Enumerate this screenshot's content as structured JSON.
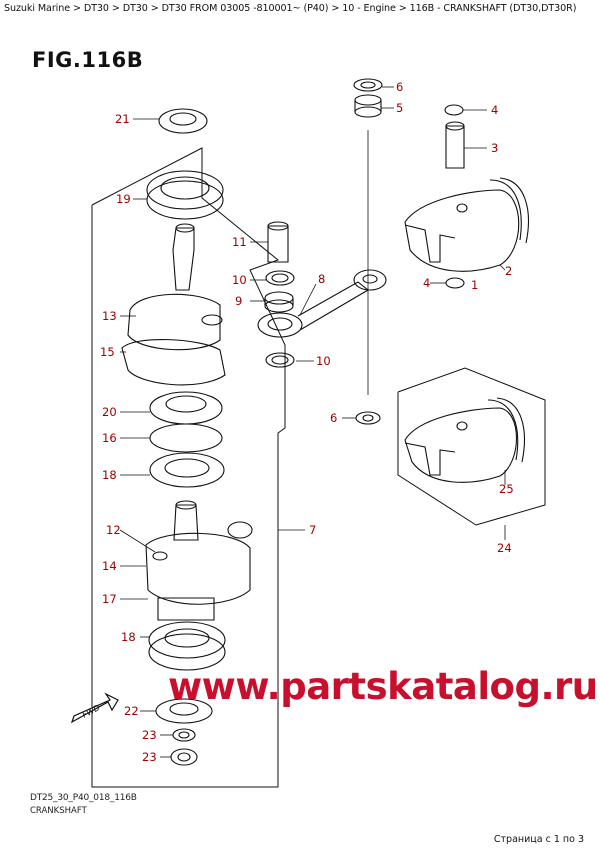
{
  "breadcrumb": "Suzuki Marine > DT30 > DT30 > DT30 FROM 03005 -810001~ (P40) > 10 - Engine > 116B - CRANKSHAFT (DT30,DT30R)",
  "figure_title": "FIG.116B",
  "footer": {
    "drawing_code": "DT25_30_P40_018_116B",
    "drawing_name": "CRANKSHAFT",
    "pager": "Страница с 1 по 3"
  },
  "watermark": "www.partskatalog.ru",
  "fwd_label": "FWD",
  "callouts": {
    "c1": "1",
    "c2": "2",
    "c3": "3",
    "c4a": "4",
    "c4b": "4",
    "c5": "5",
    "c6a": "6",
    "c6b": "6",
    "c7": "7",
    "c8": "8",
    "c9": "9",
    "c10a": "10",
    "c10b": "10",
    "c11": "11",
    "c12": "12",
    "c13": "13",
    "c14": "14",
    "c15": "15",
    "c16": "16",
    "c17": "17",
    "c18a": "18",
    "c18b": "18",
    "c19": "19",
    "c20": "20",
    "c21": "21",
    "c22": "22",
    "c23a": "23",
    "c23b": "23",
    "c24": "24",
    "c25": "25"
  },
  "colors": {
    "callout": "#a00000",
    "watermark": "#c8102e",
    "line": "#111111"
  }
}
